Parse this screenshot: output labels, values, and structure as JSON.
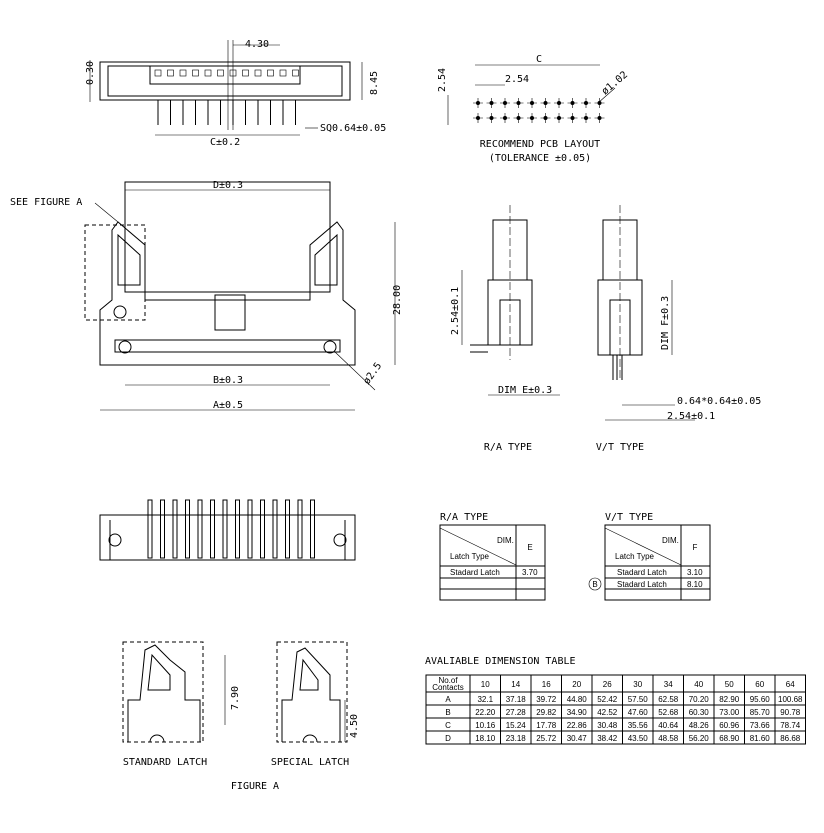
{
  "top_view": {
    "dim_pitch_offset": "4.30",
    "dim_thickness": "0.30",
    "dim_height": "8.45",
    "dim_c": "C±0.2",
    "dim_pin": "SQ0.64±0.05"
  },
  "pcb_layout": {
    "dim_c": "C",
    "dim_pitch_x": "2.54",
    "dim_pitch_y": "2.54",
    "dim_hole": "ø1.02",
    "title": "RECOMMEND PCB LAYOUT",
    "tolerance": "(TOLERANCE ±0.05)"
  },
  "front_view": {
    "see_figure": "SEE FIGURE A",
    "dim_d": "D±0.3",
    "dim_height": "28.00",
    "dim_b": "B±0.3",
    "dim_a": "A±0.5",
    "dim_hole": "ø2.5"
  },
  "side_views": {
    "ra_dim_pitch": "2.54±0.1",
    "ra_dim_e": "DIM E±0.3",
    "ra_label": "R/A TYPE",
    "vt_dim_f": "DIM F±0.3",
    "vt_pin": "0.64*0.64±0.05",
    "vt_pitch": "2.54±0.1",
    "vt_label": "V/T TYPE"
  },
  "ra_table": {
    "title": "R/A TYPE",
    "header_dim": "DIM.",
    "header_latch": "Latch Type",
    "col": "E",
    "rows": [
      {
        "type": "Stadard Latch",
        "value": "3.70"
      }
    ]
  },
  "vt_table": {
    "title": "V/T TYPE",
    "header_dim": "DIM.",
    "header_latch": "Latch Type",
    "col": "F",
    "marker": "B",
    "rows": [
      {
        "type": "Stadard Latch",
        "value": "3.10"
      },
      {
        "type": "Stadard Latch",
        "value": "8.10"
      }
    ]
  },
  "figure_a": {
    "standard": "STANDARD LATCH",
    "special": "SPECIAL LATCH",
    "title": "FIGURE A",
    "dim_std": "7.90",
    "dim_spc": "4.50"
  },
  "dimension_table": {
    "title": "AVALIABLE DIMENSION TABLE",
    "header_label": [
      "No.of",
      "Contacts"
    ],
    "contacts": [
      "10",
      "14",
      "16",
      "20",
      "26",
      "30",
      "34",
      "40",
      "50",
      "60",
      "64"
    ],
    "rows": [
      {
        "name": "A",
        "values": [
          "32.1",
          "37.18",
          "39.72",
          "44.80",
          "52.42",
          "57.50",
          "62.58",
          "70.20",
          "82.90",
          "95.60",
          "100.68"
        ]
      },
      {
        "name": "B",
        "values": [
          "22.20",
          "27.28",
          "29.82",
          "34.90",
          "42.52",
          "47.60",
          "52.68",
          "60.30",
          "73.00",
          "85.70",
          "90.78"
        ]
      },
      {
        "name": "C",
        "values": [
          "10.16",
          "15.24",
          "17.78",
          "22.86",
          "30.48",
          "35.56",
          "40.64",
          "48.26",
          "60.96",
          "73.66",
          "78.74"
        ]
      },
      {
        "name": "D",
        "values": [
          "18.10",
          "23.18",
          "25.72",
          "30.47",
          "38.42",
          "43.50",
          "48.58",
          "56.20",
          "68.90",
          "81.60",
          "86.68"
        ]
      }
    ]
  }
}
